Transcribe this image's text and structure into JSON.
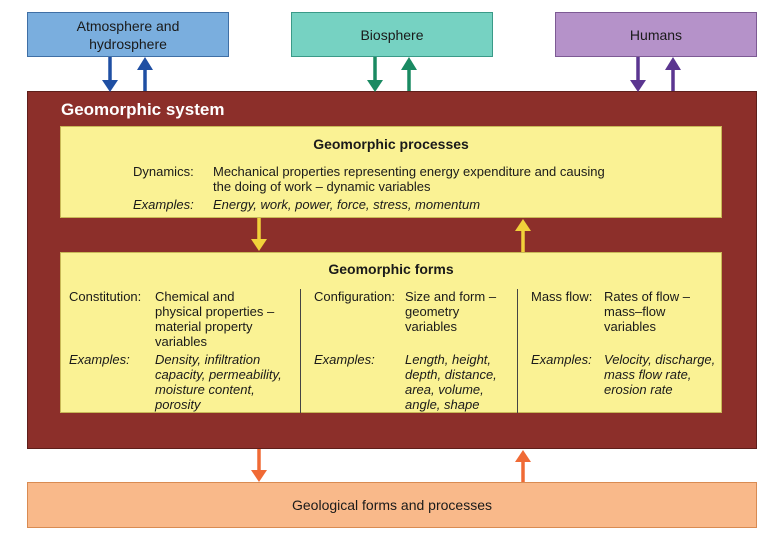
{
  "top_boxes": {
    "atmosphere": "Atmosphere and hydrosphere",
    "biosphere": "Biosphere",
    "humans": "Humans"
  },
  "system": {
    "title": "Geomorphic system",
    "processes": {
      "title": "Geomorphic processes",
      "dynamics_label": "Dynamics:",
      "dynamics_line1": "Mechanical properties representing energy expenditure and causing",
      "dynamics_line2": "the doing of work – dynamic variables",
      "examples_label": "Examples:",
      "examples": "Energy, work, power, force, stress, momentum"
    },
    "forms": {
      "title": "Geomorphic forms",
      "constitution": {
        "label": "Constitution:",
        "desc": [
          "Chemical and",
          "physical properties –",
          "material property",
          "variables"
        ],
        "examples_label": "Examples:",
        "examples": [
          "Density, infiltration",
          "capacity, permeability,",
          "moisture content,",
          "porosity"
        ]
      },
      "configuration": {
        "label": "Configuration:",
        "desc": [
          "Size and form –",
          "geometry",
          "variables"
        ],
        "examples_label": "Examples:",
        "examples": [
          "Length, height,",
          "depth, distance,",
          "area, volume,",
          "angle, shape"
        ]
      },
      "mass_flow": {
        "label": "Mass flow:",
        "desc": [
          "Rates of flow –",
          "mass–flow",
          "variables"
        ],
        "examples_label": "Examples:",
        "examples": [
          "Velocity, discharge,",
          "mass flow rate,",
          "erosion rate"
        ]
      }
    }
  },
  "bottom_box": "Geological forms and processes",
  "colors": {
    "atmosphere_arrows": "#1f4fa3",
    "biosphere_arrows": "#1a8a62",
    "humans_arrows": "#5b3690",
    "yellow_arrows": "#f1d23a",
    "orange_arrows": "#f06a35"
  }
}
